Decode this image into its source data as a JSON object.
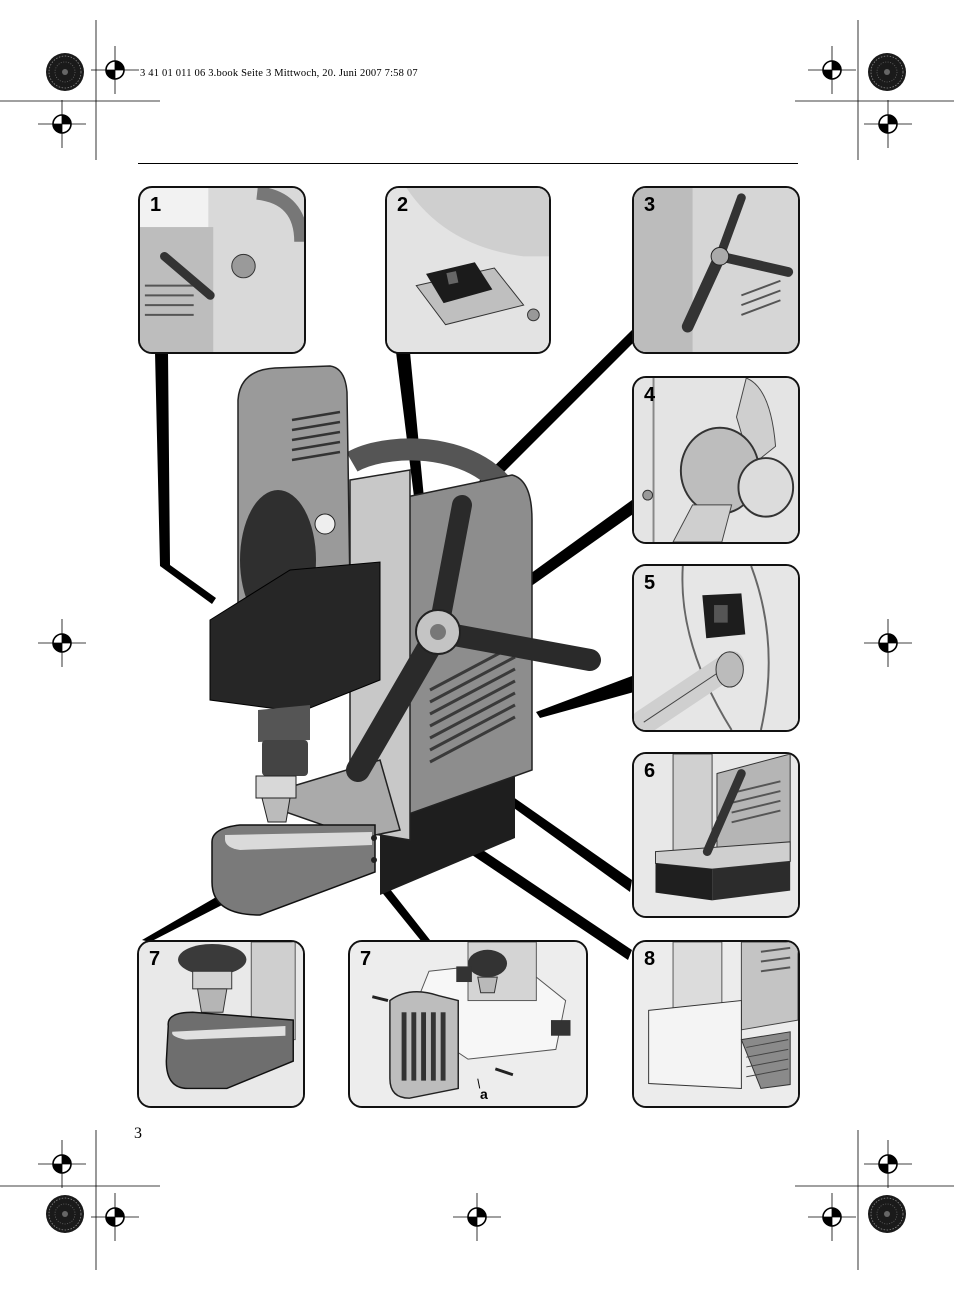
{
  "header": {
    "book_info": "3 41 01 011 06 3.book  Seite 3  Mittwoch, 20. Juni 2007  7:58 07"
  },
  "page_number": "3",
  "panels": [
    {
      "number": "1"
    },
    {
      "number": "2"
    },
    {
      "number": "3"
    },
    {
      "number": "4"
    },
    {
      "number": "5"
    },
    {
      "number": "6"
    },
    {
      "number": "7"
    },
    {
      "number": "7"
    },
    {
      "number": "8"
    }
  ],
  "callout_a": "a",
  "icons": [
    "registration-mark-icon",
    "color-wheel-mark-icon",
    "magnetic-drill-illustration"
  ]
}
